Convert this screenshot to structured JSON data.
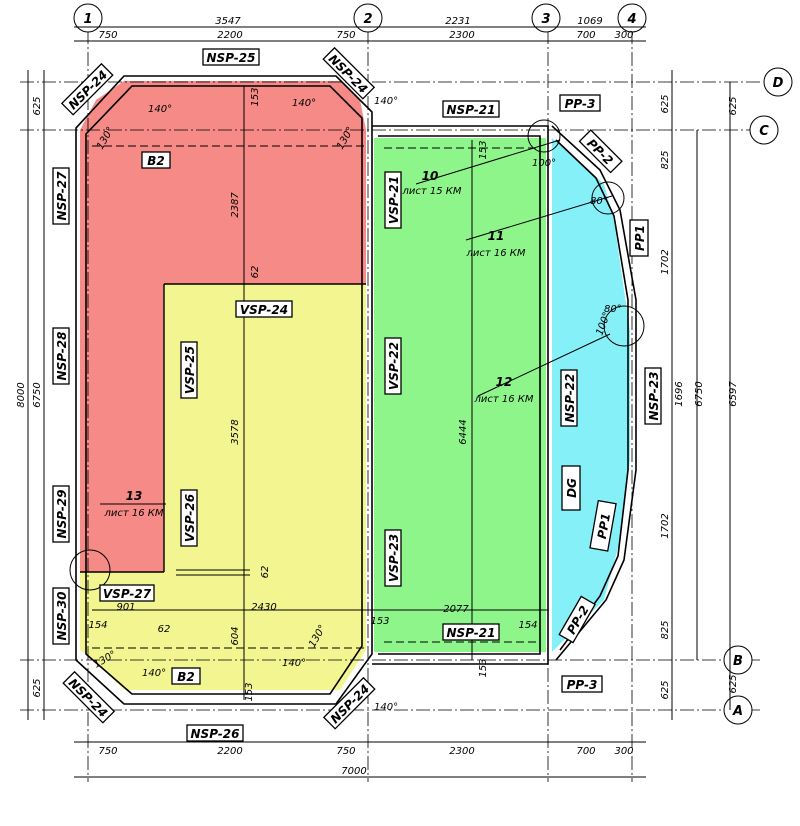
{
  "axes": {
    "a1": "1",
    "a2": "2",
    "a3": "3",
    "a4": "4",
    "rD": "D",
    "rC": "C",
    "rB": "B",
    "rA": "A"
  },
  "dims_top": {
    "d3547": "3547",
    "d2231": "2231",
    "d1069": "1069",
    "d750a": "750",
    "d2200": "2200",
    "d750b": "750",
    "d2300": "2300",
    "d700": "700",
    "d300": "300"
  },
  "dims_bottom": {
    "d750a": "750",
    "d2200": "2200",
    "d750b": "750",
    "d2300": "2300",
    "d700": "700",
    "d300": "300",
    "d7000": "7000"
  },
  "dims_left": {
    "d8000": "8000",
    "d6750": "6750",
    "d625a": "625",
    "d625b": "625"
  },
  "dims_right": {
    "d625a": "625",
    "d625b": "625",
    "d825a": "825",
    "d1702a": "1702",
    "d1696": "1696",
    "d1702b": "1702",
    "d825b": "825",
    "d625c": "625",
    "d625d": "625",
    "d6750": "6750",
    "d6597": "6597"
  },
  "dims_inner": {
    "d153a": "153",
    "d2387": "2387",
    "d62a": "62",
    "d3578": "3578",
    "d62b": "62",
    "d153b": "153",
    "d604": "604",
    "d153c": "153",
    "d6444": "6444",
    "d153d": "153",
    "d901": "901",
    "d2430": "2430",
    "d2077": "2077",
    "d154a": "154",
    "d154b": "154",
    "d62c": "62",
    "d153e": "153"
  },
  "angles": {
    "a140a": "140°",
    "a140b": "140°",
    "a130a": "130°",
    "a130b": "130°",
    "a140c": "140°",
    "a100a": "100°",
    "a80a": "80°",
    "a80b": "80°",
    "a100b": "100°",
    "a130c": "130°",
    "a140d": "140°",
    "a140e": "140°",
    "a130d": "130°",
    "a140f": "140°"
  },
  "panels": {
    "nsp25": "NSP-25",
    "nsp24a": "NSP-24",
    "nsp24b": "NSP-24",
    "nsp24c": "NSP-24",
    "nsp24d": "NSP-24",
    "nsp21a": "NSP-21",
    "nsp21b": "NSP-21",
    "nsp27": "NSP-27",
    "nsp28": "NSP-28",
    "nsp29": "NSP-29",
    "nsp30": "NSP-30",
    "nsp26": "NSP-26",
    "nsp22": "NSP-22",
    "nsp23": "NSP-23",
    "vsp21": "VSP-21",
    "vsp22": "VSP-22",
    "vsp23": "VSP-23",
    "vsp24": "VSP-24",
    "vsp25": "VSP-25",
    "vsp26": "VSP-26",
    "vsp27": "VSP-27",
    "pp3a": "PP-3",
    "pp3b": "PP-3",
    "pp2a": "PP-2",
    "pp2b": "PP-2",
    "pp1a": "PP1",
    "pp1b": "PP1",
    "b2a": "B2",
    "b2b": "B2",
    "dg": "DG"
  },
  "callouts": {
    "c10": "10",
    "c10s": "лист 15 КМ",
    "c11": "11",
    "c11s": "лист 16 КМ",
    "c12": "12",
    "c12s": "лист 16 КМ",
    "c13": "13",
    "c13s": "лист 16 КМ"
  },
  "zone_colors": {
    "red": "#f58a86",
    "yellow": "#f2f590",
    "green": "#8ef58a",
    "cyan": "#86f0f8"
  }
}
